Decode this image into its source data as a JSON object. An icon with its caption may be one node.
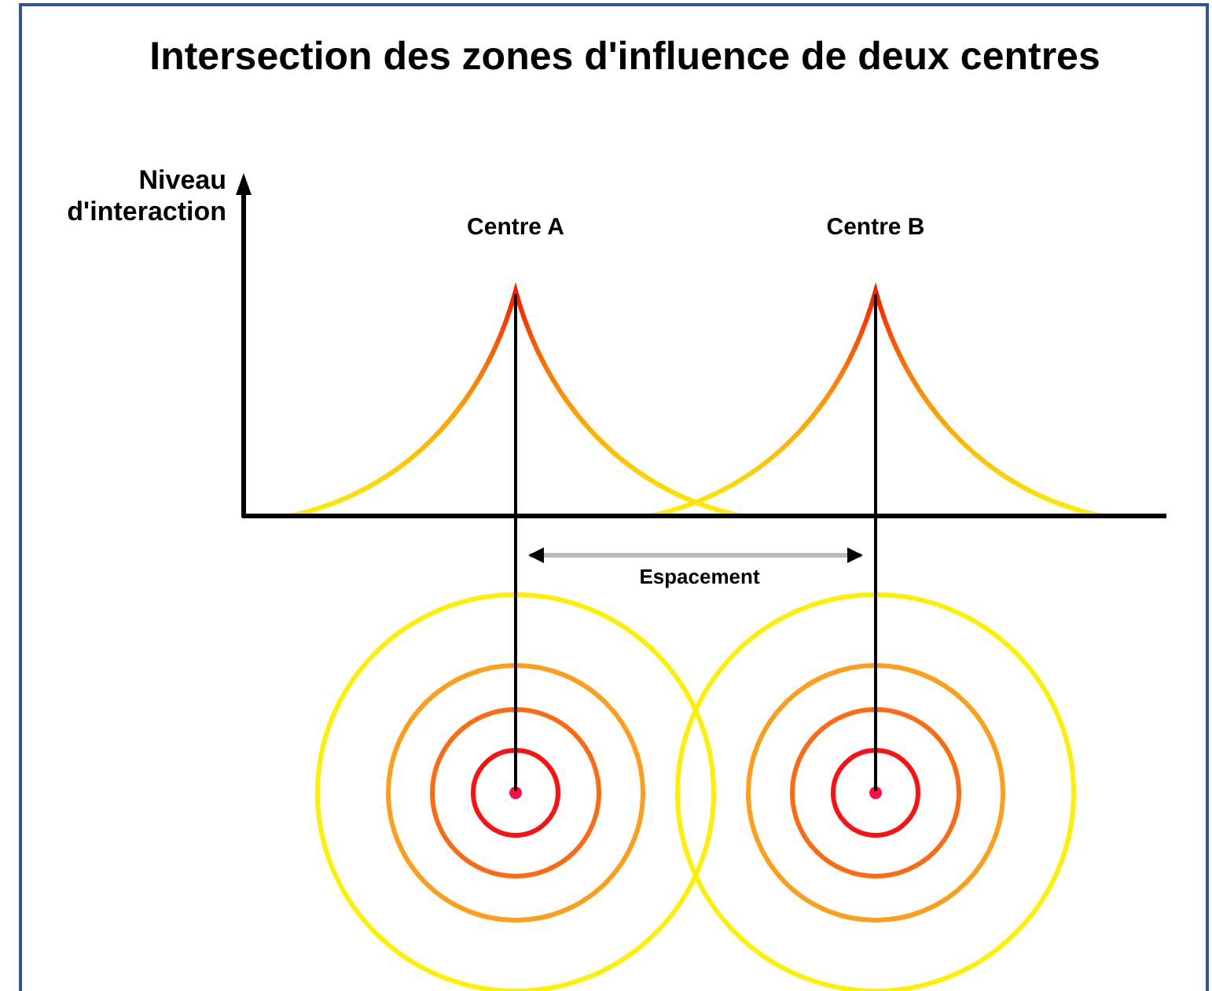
{
  "diagram": {
    "title": "Intersection des zones d'influence de deux centres",
    "labels": [
      "Niveau d'interaction",
      "Centre A",
      "Centre B",
      "Espacement"
    ]
  }
}
